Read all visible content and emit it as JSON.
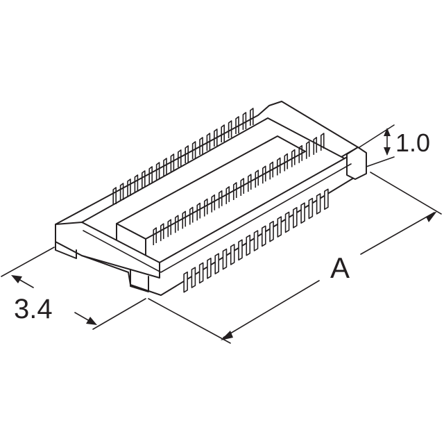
{
  "drawing": {
    "subject": "connector-isometric",
    "line_color": "#231f20",
    "background": "#ffffff"
  },
  "dimensions": {
    "height_label": "1.0",
    "width_label": "3.4",
    "length_label": "A"
  },
  "pins": {
    "outer_front_slots": 19,
    "inner_row_contacts": 24,
    "back_row_contacts": 20
  }
}
